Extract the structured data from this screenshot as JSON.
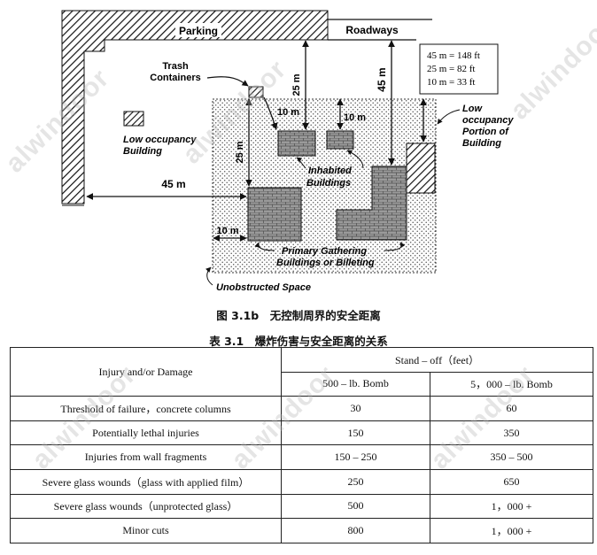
{
  "figure": {
    "labels": {
      "parking": "Parking",
      "roadways": "Roadways",
      "trash": "Trash",
      "containers": "Containers",
      "low_occ_bldg_1": "Low occupancy",
      "low_occ_bldg_2": "Building",
      "low_occ_portion_1": "Low",
      "low_occ_portion_2": "occupancy",
      "low_occ_portion_3": "Portion of",
      "low_occ_portion_4": "Building",
      "inhabited_1": "Inhabited",
      "inhabited_2": "Buildings",
      "primary_1": "Primary Gathering",
      "primary_2": "Buildings or Billeting",
      "unobstructed": "Unobstructed Space"
    },
    "distances": {
      "d45_left": "45 m",
      "d10_lower": "10 m",
      "d25_left": "25 m",
      "d10_upper": "10 m",
      "d25_upper": "25 m",
      "d10_right": "10 m",
      "d45_right": "45 m"
    },
    "legend": [
      "45 m = 148 ft",
      "25 m = 82 ft",
      "10 m = 33 ft"
    ],
    "caption": "图 3.1b　无控制周界的安全距离"
  },
  "table": {
    "caption": "表 3.1　爆炸伤害与安全距离的关系",
    "header_col1": "Injury and/or Damage",
    "header_group": "Stand – off（feet）",
    "sub_a": "500 – lb. Bomb",
    "sub_b": "5，000 – lb. Bomb",
    "rows": [
      {
        "injury": "Threshold of failure，concrete columns",
        "a": "30",
        "b": "60"
      },
      {
        "injury": "Potentially lethal injuries",
        "a": "150",
        "b": "350"
      },
      {
        "injury": "Injuries from wall fragments",
        "a": "150 – 250",
        "b": "350 – 500"
      },
      {
        "injury": "Severe glass wounds（glass with applied film）",
        "a": "250",
        "b": "650"
      },
      {
        "injury": "Severe glass wounds（unprotected glass）",
        "a": "500",
        "b": "1，000 +"
      },
      {
        "injury": "Minor cuts",
        "a": "800",
        "b": "1，000 +"
      }
    ]
  },
  "watermark": "alwindoor"
}
